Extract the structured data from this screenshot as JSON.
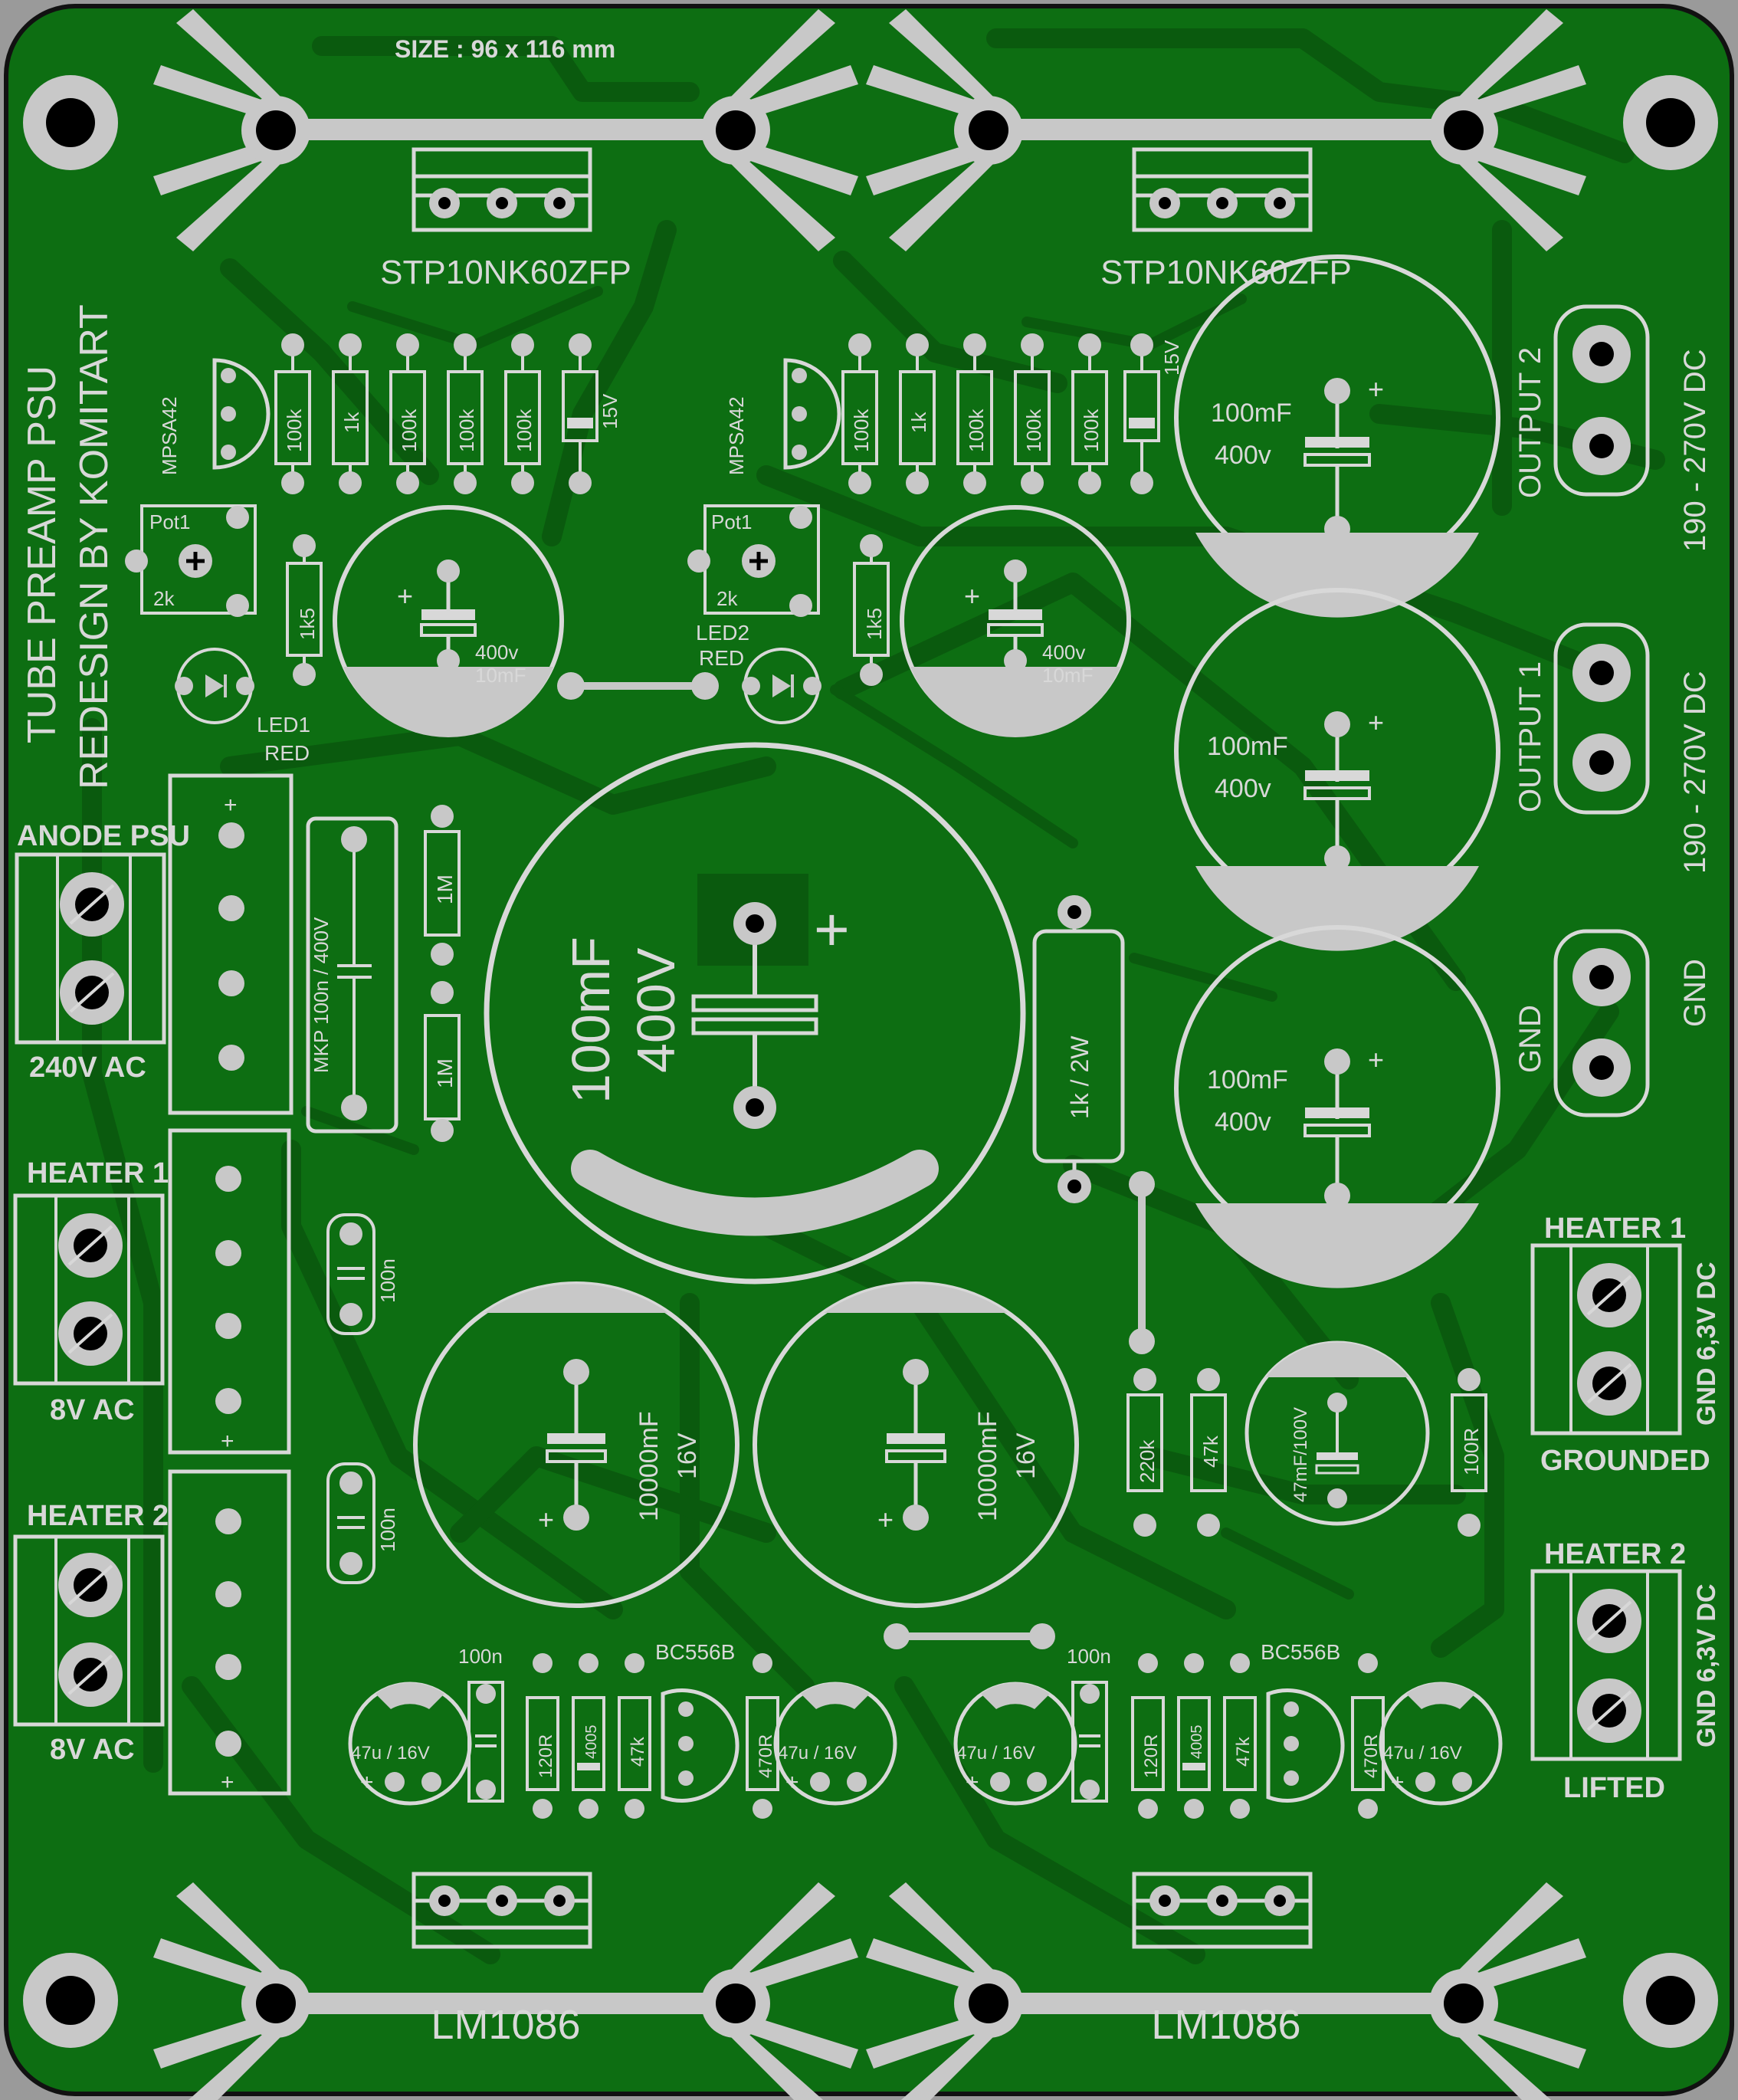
{
  "board": {
    "size_label": "SIZE : 96 x 116 mm",
    "title": "TUBE PREAMP PSU",
    "subtitle": "REDESIGN BY KOMITART",
    "colors": {
      "board": "#0d6e12",
      "trace": "#0a5a0e",
      "silk": "#d8d8d8",
      "pad": "#c8c8c8",
      "hole": "#000000",
      "bg": "#9a9a9a"
    }
  },
  "mosfets": {
    "left": "STP10NK60ZFP",
    "right": "STP10NK60ZFP"
  },
  "regulators": {
    "left": "LM1086",
    "right": "LM1086"
  },
  "left_reg": {
    "transistor": "MPSA42",
    "res": [
      "100k",
      "1k",
      "100k",
      "100k",
      "100k"
    ],
    "zener": "15V",
    "pot": "Pot1",
    "pot_val": "2k",
    "r1k5": "1k5",
    "cap_v": "400v",
    "cap_c": "10mF",
    "led": "LED1",
    "led_color": "RED"
  },
  "right_reg": {
    "transistor": "MPSA42",
    "res": [
      "100k",
      "1k",
      "100k",
      "100k",
      "100k"
    ],
    "zener": "15V",
    "pot": "Pot1",
    "pot_val": "2k",
    "r1k5": "1k5",
    "cap_v": "400v",
    "cap_c": "10mF",
    "led": "LED2",
    "led_color": "RED"
  },
  "out_caps": [
    {
      "c": "100mF",
      "v": "400v"
    },
    {
      "c": "100mF",
      "v": "400v"
    },
    {
      "c": "100mF",
      "v": "400v"
    }
  ],
  "outputs": {
    "out2": "OUTPUT 2",
    "out1": "OUTPUT 1",
    "gnd": "GND",
    "gnd_side": "GND",
    "range2": "190 - 270V DC",
    "range1": "190 - 270V DC"
  },
  "anode": {
    "title": "ANODE PSU",
    "voltage": "240V AC",
    "mkp": "MKP 100n / 400V",
    "r1m_a": "1M",
    "r1m_b": "1M"
  },
  "bigcap": {
    "c": "100mF",
    "v": "400V",
    "plus": "+"
  },
  "r_1k2w": "1k / 2W",
  "heaters_in": [
    {
      "title": "HEATER 1",
      "voltage": "8V AC",
      "cap": "100n"
    },
    {
      "title": "HEATER 2",
      "voltage": "8V AC",
      "cap": "100n"
    }
  ],
  "filter_caps": [
    {
      "c": "10000mF",
      "v": "16V"
    },
    {
      "c": "10000mF",
      "v": "16V"
    }
  ],
  "delay": {
    "r220k": "220k",
    "r47k": "47k",
    "cap": "47mF/100V",
    "r100r": "100R"
  },
  "heaters_out": [
    {
      "title": "HEATER 1",
      "state": "GROUNDED",
      "spec": "GND  6,3V DC"
    },
    {
      "title": "HEATER 2",
      "state": "LIFTED",
      "spec": "GND  6,3V DC"
    }
  ],
  "heater_reg": {
    "c47": "47u / 16V",
    "c100n": "100n",
    "r120": "120R",
    "d4005": "4005",
    "r47k": "47k",
    "q": "BC556B",
    "r470": "470R",
    "plus": "+"
  }
}
